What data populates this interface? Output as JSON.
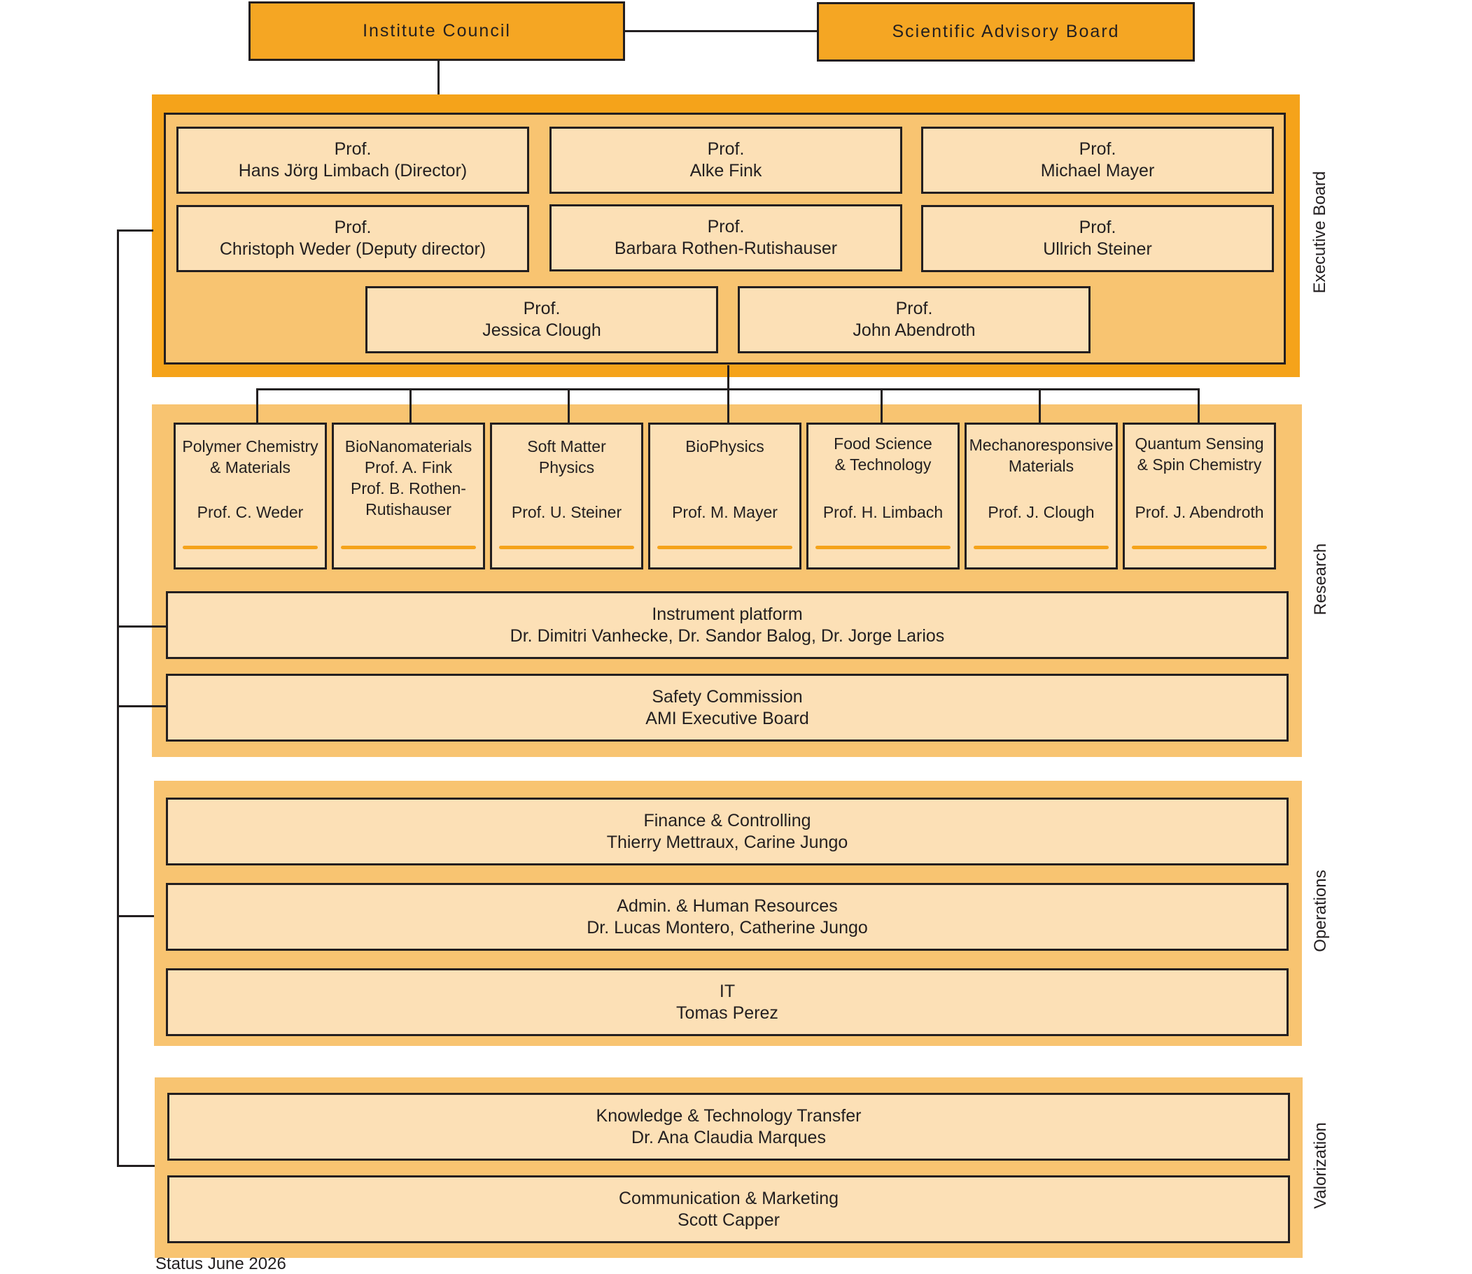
{
  "top": {
    "council": "Institute Council",
    "advisory": "Scientific Advisory Board"
  },
  "sections": {
    "executive": "Executive Board",
    "research": "Research",
    "operations": "Operations",
    "valorization": "Valorization"
  },
  "board": [
    {
      "title": "Prof.",
      "name": "Hans Jörg Limbach (Director)"
    },
    {
      "title": "Prof.",
      "name": "Alke Fink"
    },
    {
      "title": "Prof.",
      "name": "Michael Mayer"
    },
    {
      "title": "Prof.",
      "name": "Christoph Weder (Deputy director)"
    },
    {
      "title": "Prof.",
      "name": "Barbara Rothen-Rutishauser"
    },
    {
      "title": "Prof.",
      "name": "Ullrich Steiner"
    },
    {
      "title": "Prof.",
      "name": "Jessica Clough"
    },
    {
      "title": "Prof.",
      "name": "John Abendroth"
    }
  ],
  "groups": [
    {
      "title": [
        "Polymer Chemistry",
        "& Materials"
      ],
      "leads": [
        "Prof. C. Weder"
      ]
    },
    {
      "title": [
        "BioNanomaterials"
      ],
      "leads": [
        "Prof. A. Fink",
        "Prof. B. Rothen-",
        "Rutishauser"
      ]
    },
    {
      "title": [
        "Soft Matter",
        "Physics"
      ],
      "leads": [
        "Prof. U. Steiner"
      ]
    },
    {
      "title": [
        "BioPhysics"
      ],
      "leads": [
        "Prof. M. Mayer"
      ]
    },
    {
      "title": [
        "Food Science",
        "& Technology"
      ],
      "leads": [
        "Prof. H. Limbach"
      ]
    },
    {
      "title": [
        "Mechanoresponsive",
        "Materials"
      ],
      "leads": [
        "Prof. J. Clough"
      ]
    },
    {
      "title": [
        "Quantum Sensing",
        "& Spin Chemistry"
      ],
      "leads": [
        "Prof. J. Abendroth"
      ]
    }
  ],
  "research_units": [
    {
      "title": "Instrument platform",
      "people": "Dr. Dimitri Vanhecke, Dr. Sandor Balog, Dr. Jorge Larios"
    },
    {
      "title": "Safety Commission",
      "people": "AMI Executive Board"
    }
  ],
  "operations": [
    {
      "title": "Finance & Controlling",
      "people": "Thierry Mettraux, Carine Jungo"
    },
    {
      "title": "Admin. & Human Resources",
      "people": "Dr. Lucas Montero, Catherine Jungo"
    },
    {
      "title": "IT",
      "people": "Tomas Perez"
    }
  ],
  "valorization": [
    {
      "title": "Knowledge & Technology Transfer",
      "people": "Dr. Ana Claudia Marques"
    },
    {
      "title": "Communication & Marketing",
      "people": "Scott Capper"
    }
  ],
  "footer": "Status June 2026"
}
